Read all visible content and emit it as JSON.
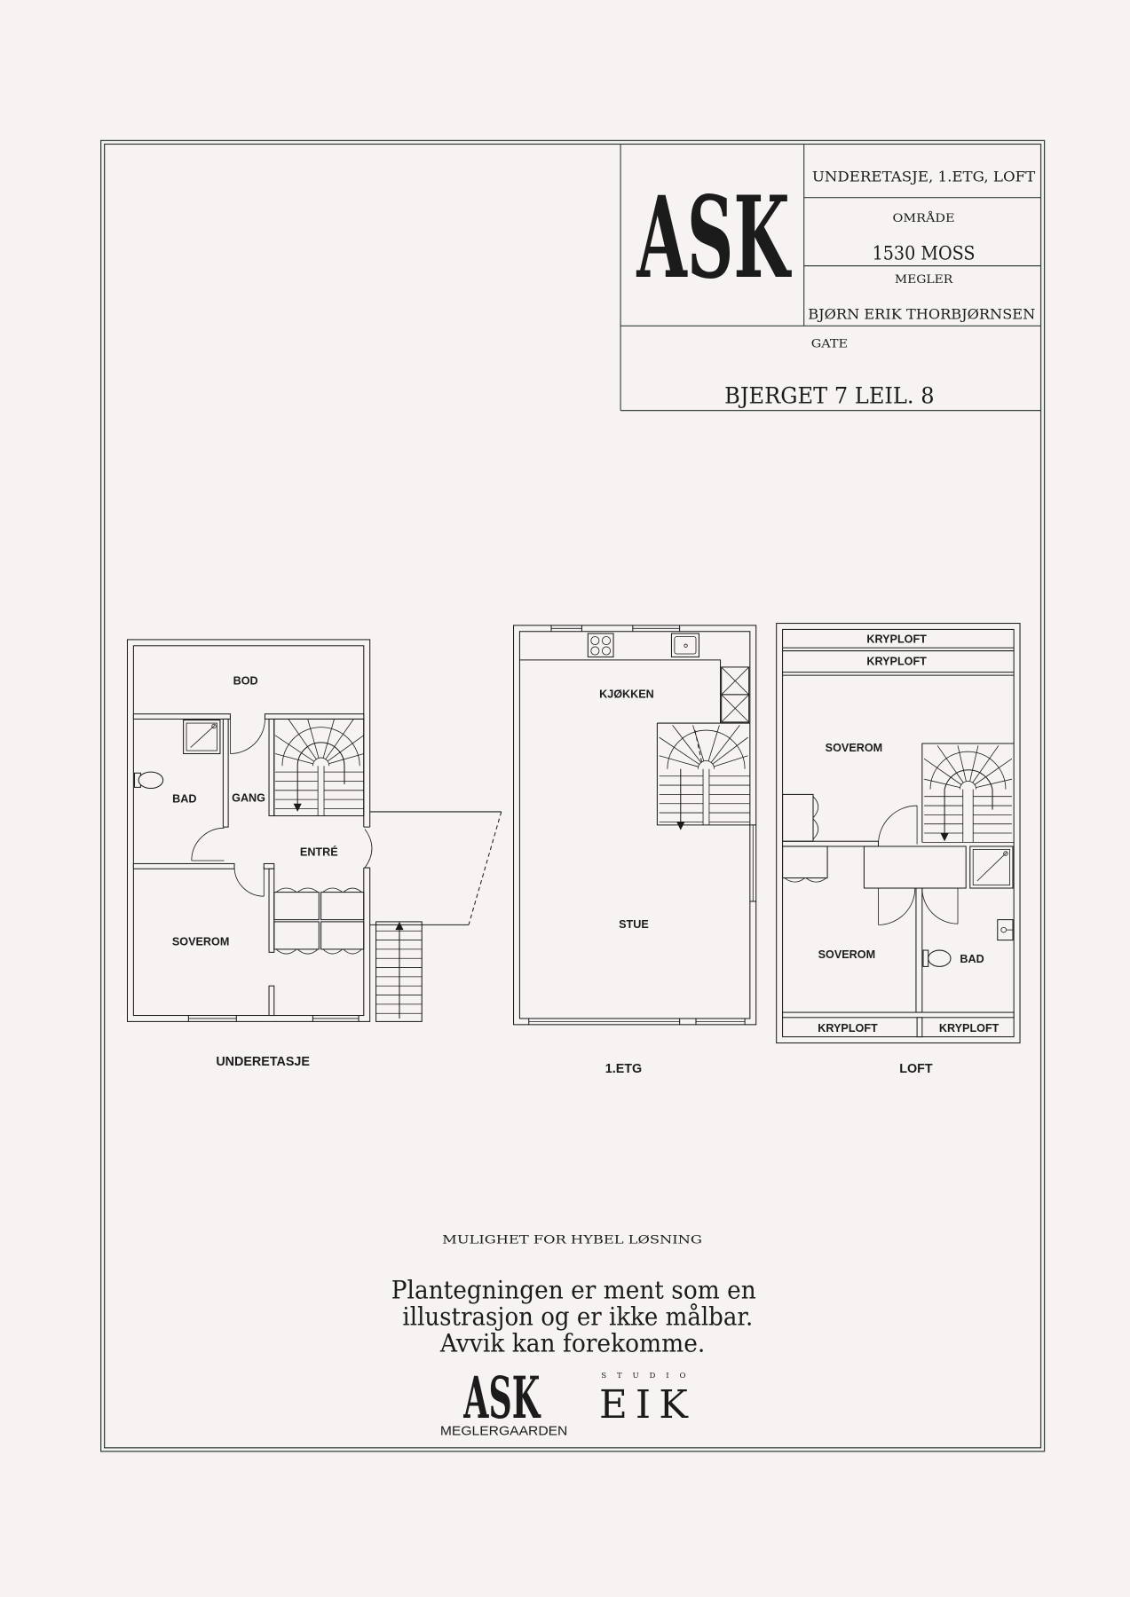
{
  "title_block": {
    "logo": "ASK",
    "floors": "UNDERETASJE, 1.ETG, LOFT",
    "area_label": "OMRÅDE",
    "area_value": "1530 MOSS",
    "broker_label": "MEGLER",
    "broker_value": "BJØRN ERIK THORBJØRNSEN",
    "street_label": "GATE",
    "street_value": "BJERGET 7 LEIL. 8"
  },
  "plans": {
    "underetasje": {
      "title": "UNDERETASJE",
      "rooms": {
        "bod": "BOD",
        "bad": "BAD",
        "gang": "GANG",
        "entre": "ENTRÉ",
        "soverom": "SOVEROM"
      }
    },
    "etg1": {
      "title": "1.ETG",
      "rooms": {
        "kjokken": "KJØKKEN",
        "stue": "STUE"
      }
    },
    "loft": {
      "title": "LOFT",
      "rooms": {
        "kryploft": [
          "KRYPLOFT",
          "KRYPLOFT",
          "KRYPLOFT",
          "KRYPLOFT"
        ],
        "soverom": [
          "SOVEROM",
          "SOVEROM"
        ],
        "bad": "BAD"
      }
    }
  },
  "notes": {
    "hybel": "MULIGHET FOR HYBEL LØSNING",
    "disclaimer": [
      "Plantegningen er ment som en",
      "illustrasjon og er ikke målbar.",
      "Avvik kan forekomme."
    ]
  },
  "footer": {
    "ask_logo": "ASK",
    "ask_name": "MEGLERGAARDEN",
    "studio_small": "STUDIO",
    "studio_name": "EIK"
  },
  "colors": {
    "background": "#f7f3f2",
    "frame": "#33423a",
    "ink": "#1b1b1b"
  }
}
